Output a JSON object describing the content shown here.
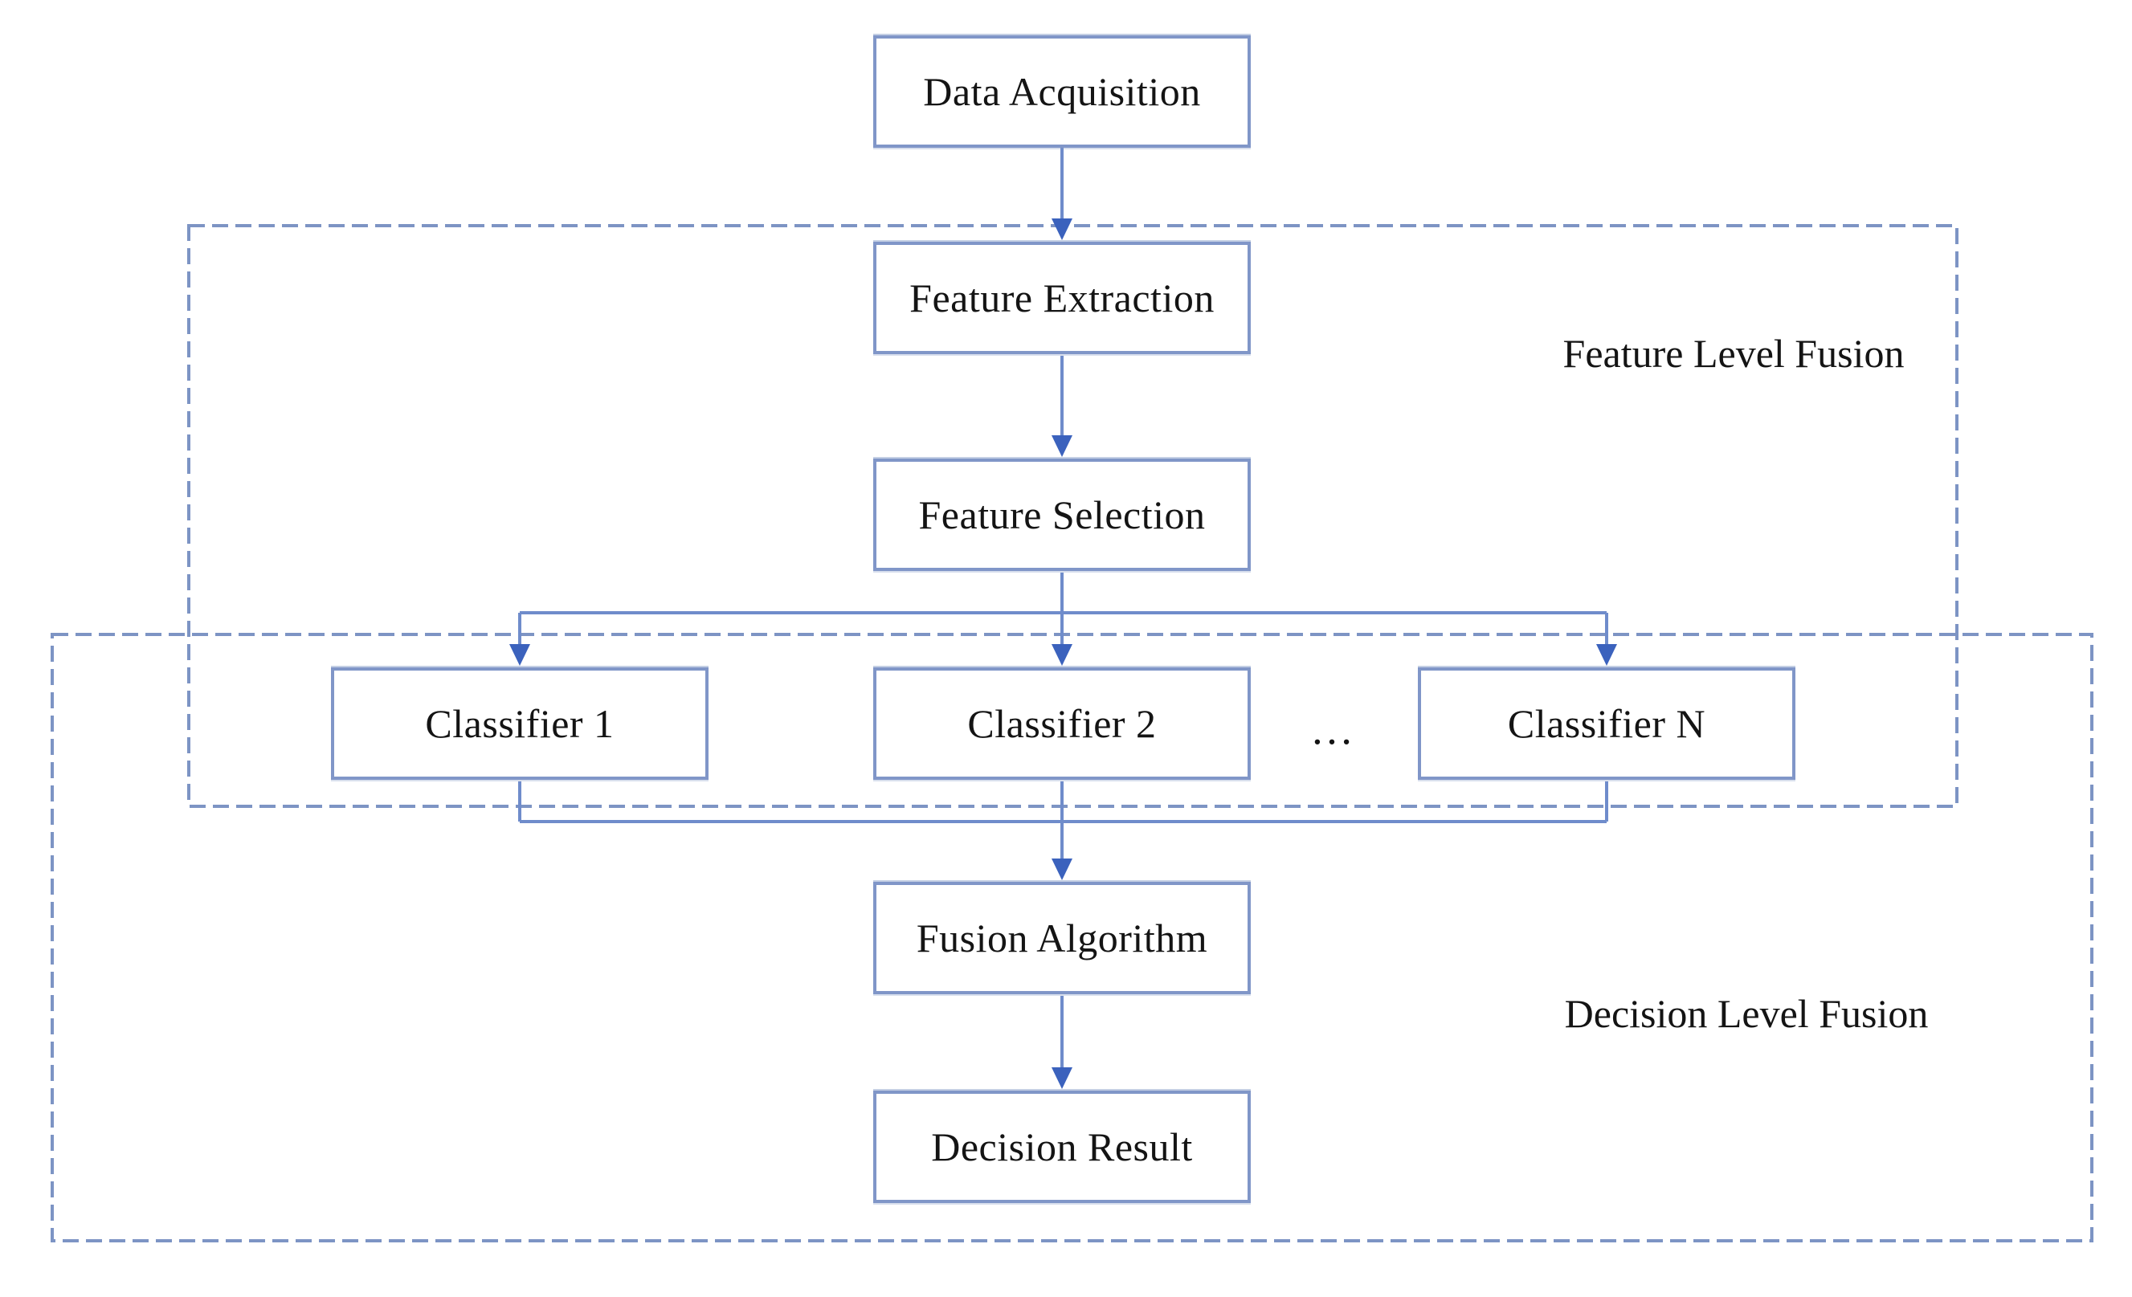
{
  "diagram": {
    "type": "flowchart",
    "nodes": [
      {
        "id": "data-acquisition",
        "label": "Data Acquisition"
      },
      {
        "id": "feature-extraction",
        "label": "Feature Extraction"
      },
      {
        "id": "feature-selection",
        "label": "Feature Selection"
      },
      {
        "id": "classifier-1",
        "label": "Classifier 1"
      },
      {
        "id": "classifier-2",
        "label": "Classifier 2"
      },
      {
        "id": "classifier-n",
        "label": "Classifier N"
      },
      {
        "id": "fusion-algorithm",
        "label": "Fusion Algorithm"
      },
      {
        "id": "decision-result",
        "label": "Decision Result"
      }
    ],
    "ellipsis": "…",
    "regions": [
      {
        "id": "feature-level-fusion",
        "label": "Feature Level Fusion",
        "border_style": "dashed"
      },
      {
        "id": "decision-level-fusion",
        "label": "Decision Level Fusion",
        "border_style": "dashed"
      }
    ],
    "edges": [
      {
        "from": "data-acquisition",
        "to": "feature-extraction"
      },
      {
        "from": "feature-extraction",
        "to": "feature-selection"
      },
      {
        "from": "feature-selection",
        "to": "classifier-1"
      },
      {
        "from": "feature-selection",
        "to": "classifier-2"
      },
      {
        "from": "feature-selection",
        "to": "classifier-n"
      },
      {
        "from": "classifier-1",
        "to": "fusion-algorithm"
      },
      {
        "from": "classifier-2",
        "to": "fusion-algorithm"
      },
      {
        "from": "classifier-n",
        "to": "fusion-algorithm"
      },
      {
        "from": "fusion-algorithm",
        "to": "decision-result"
      }
    ],
    "colors": {
      "box_border": "#8096c8",
      "dashed_border": "#7d94c4",
      "connector": "#6f8ccb",
      "arrowhead": "#3b62bd",
      "text": "#141414",
      "background": "#ffffff"
    }
  }
}
